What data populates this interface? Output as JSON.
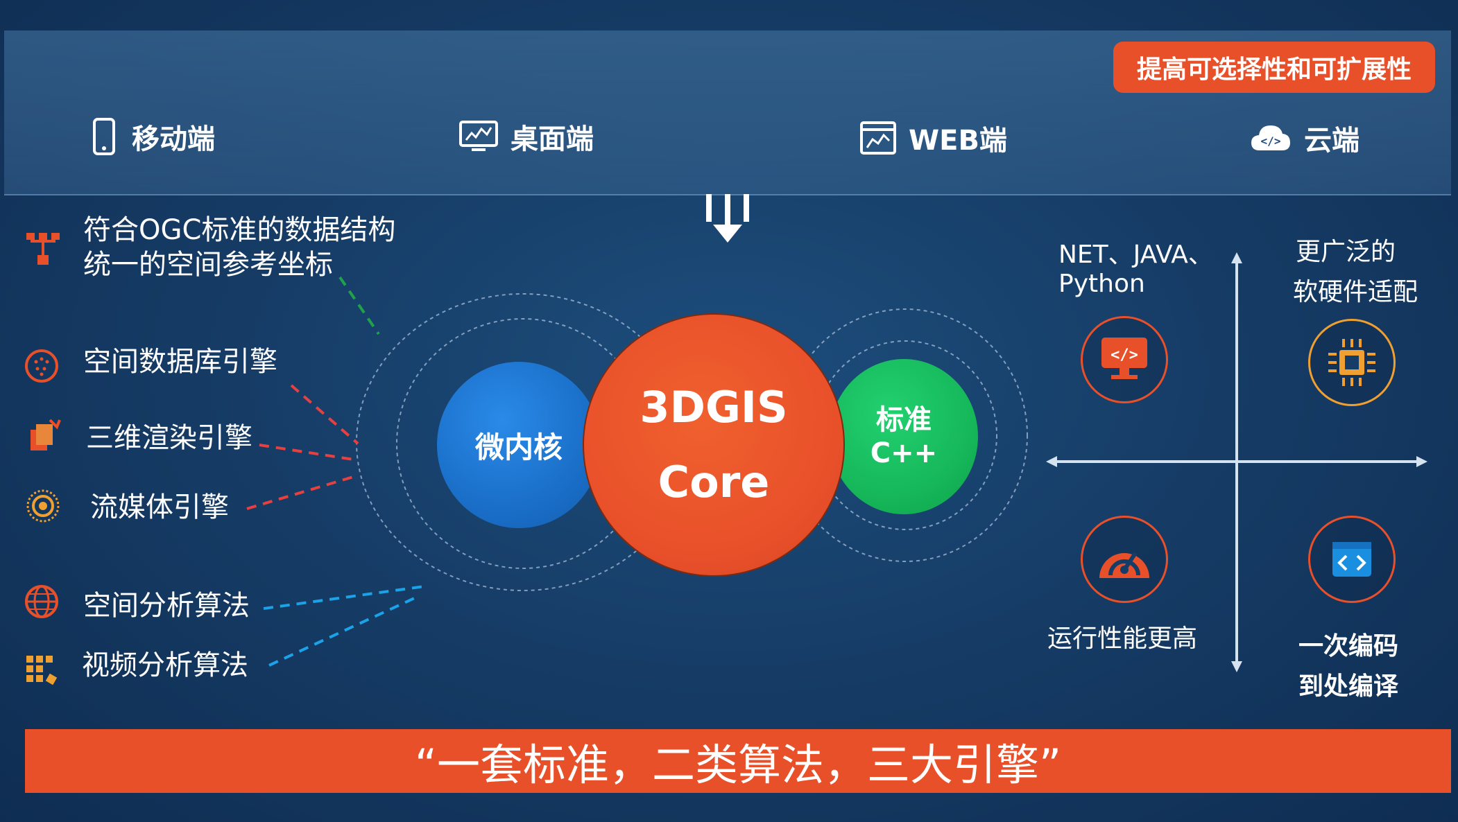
{
  "header": {
    "badge": "提高可选择性和可扩展性",
    "platforms": [
      "移动端",
      "桌面端",
      "WEB端",
      "云端"
    ]
  },
  "left": {
    "standard_lines": [
      "符合OGC标准的数据结构",
      "统一的空间参考坐标"
    ],
    "engines": [
      "空间数据库引擎",
      "三维渲染引擎",
      "流媒体引擎"
    ],
    "algorithms": [
      "空间分析算法",
      "视频分析算法"
    ]
  },
  "center": {
    "micro_kernel": "微内核",
    "core_line1": "3DGIS",
    "core_line2": "Core",
    "cpp_line1": "标准",
    "cpp_line2": "C++"
  },
  "right": {
    "q1_lines": [
      "NET、JAVA、",
      "Python"
    ],
    "q2_lines": [
      "更广泛的",
      "软硬件适配"
    ],
    "q3": "运行性能更高",
    "q4_lines": [
      "一次编码",
      "到处编译"
    ]
  },
  "footer": "“一套标准，二类算法，三大引擎”",
  "colors": {
    "accent": "#e8502a",
    "blue": "#1a73d0",
    "green": "#16b85a",
    "line_green": "#1fa24a",
    "line_red": "#e84040",
    "line_blue": "#1aa3e8"
  }
}
